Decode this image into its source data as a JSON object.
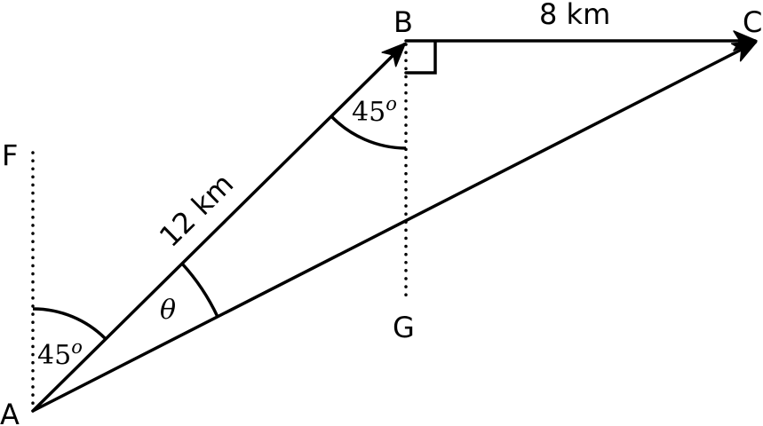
{
  "diagram": {
    "points": {
      "A": "A",
      "B": "B",
      "C": "C",
      "F": "F",
      "G": "G"
    },
    "lengths": {
      "AB": "12 km",
      "BC": "8 km"
    },
    "angles": {
      "at_A_value": "45",
      "at_A_sup": "o",
      "at_B_value": "45",
      "at_B_sup": "o",
      "theta": "θ"
    },
    "colors": {
      "stroke": "#000000",
      "background": "#ffffff"
    }
  }
}
